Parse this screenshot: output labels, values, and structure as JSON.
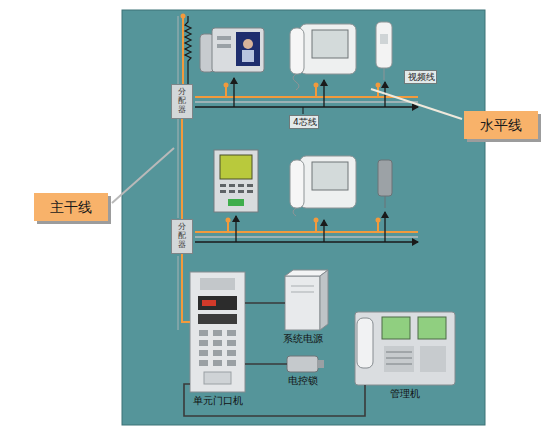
{
  "diagram": {
    "nodes": [
      {
        "text": [
          "视频线"
        ]
      },
      {
        "text": [
          "分配器"
        ]
      },
      {
        "text": [
          "水平线"
        ]
      },
      {
        "text": [
          "4芯线"
        ]
      },
      {
        "text": [
          "主干线"
        ]
      },
      {
        "text": [
          "分配器"
        ]
      },
      {
        "text": [
          "系统电源"
        ]
      },
      {
        "text": [
          "电控锁"
        ]
      },
      {
        "text": [
          "单元门口机"
        ]
      },
      {
        "text": [
          "管理机"
        ]
      }
    ],
    "edges": [
      {
        "from": 1,
        "to": 5,
        "arrow": "none"
      },
      {
        "from": 5,
        "to": 8,
        "arrow": "none"
      },
      {
        "from": 8,
        "to": 6,
        "arrow": "none"
      },
      {
        "from": 8,
        "to": 7,
        "arrow": "none"
      },
      {
        "from": 8,
        "to": 9,
        "arrow": "none"
      }
    ]
  }
}
